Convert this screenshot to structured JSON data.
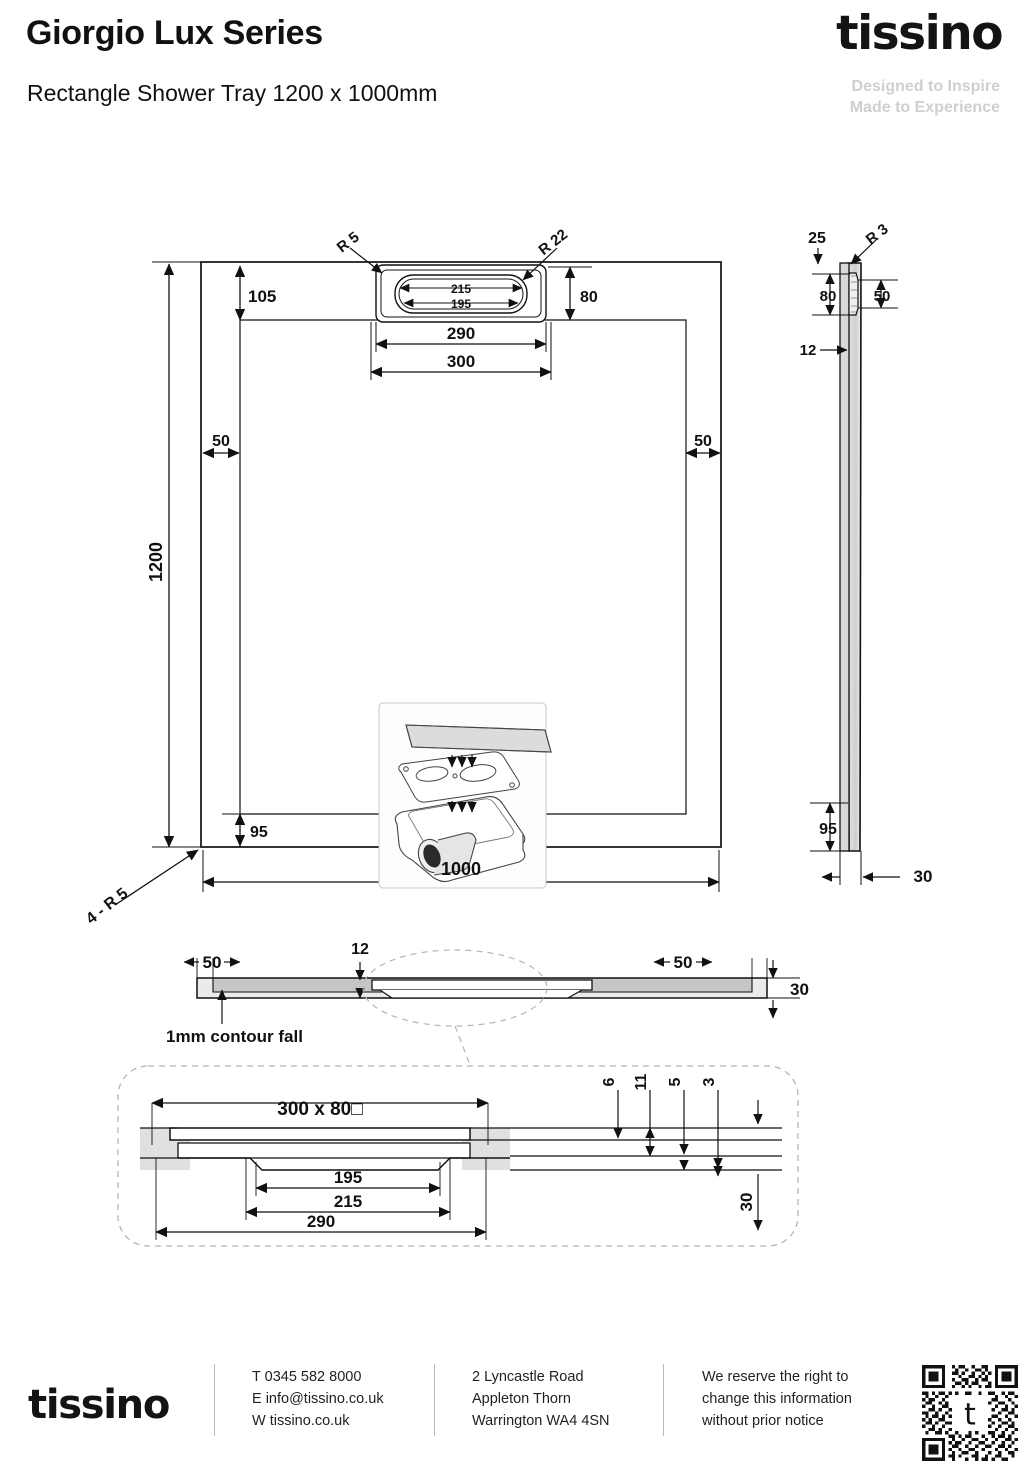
{
  "header": {
    "title": "Giorgio Lux Series",
    "subtitle": "Rectangle Shower Tray 1200 x 1000mm",
    "brand": "tissino",
    "tagline_line1": "Designed to Inspire",
    "tagline_line2": "Made to Experience"
  },
  "drawing": {
    "plan_view": {
      "overall_height": "1200",
      "overall_width": "1000",
      "drain_offset_top": "105",
      "edge_left": "50",
      "edge_right": "50",
      "edge_bottom": "95",
      "corner_radius_note": "4 - R 5",
      "drain_radius_outer": "R 5",
      "drain_radius_inner": "R 22",
      "drain_width_outer": "300",
      "drain_width_mid": "290",
      "drain_width_215": "215",
      "drain_width_195": "195",
      "drain_height": "80"
    },
    "side_view": {
      "top_lip": "25",
      "edge_radius": "R 3",
      "grate_height": "80",
      "grate_inner": "50",
      "wall_thickness": "12",
      "bottom_offset": "95",
      "total_depth": "30"
    },
    "section_view": {
      "left_edge": "50",
      "right_edge": "50",
      "drain_depth": "12",
      "tray_depth": "30",
      "note": "1mm contour fall"
    },
    "detail_view": {
      "drain_size": "300 x 80□",
      "width_195": "195",
      "width_215": "215",
      "width_290": "290",
      "dim_6": "6",
      "dim_11": "11",
      "dim_5": "5",
      "dim_3": "3",
      "dim_30": "30"
    }
  },
  "footer": {
    "logo": "tissino",
    "contact": {
      "phone": "T 0345 582 8000",
      "email": "E info@tissino.co.uk",
      "web": "W tissino.co.uk"
    },
    "address": {
      "line1": "2 Lyncastle Road",
      "line2": "Appleton Thorn",
      "line3": "Warrington WA4 4SN"
    },
    "disclaimer": {
      "line1": "We reserve the right to",
      "line2": "change this information",
      "line3": "without prior notice"
    },
    "qr_label": "t"
  }
}
